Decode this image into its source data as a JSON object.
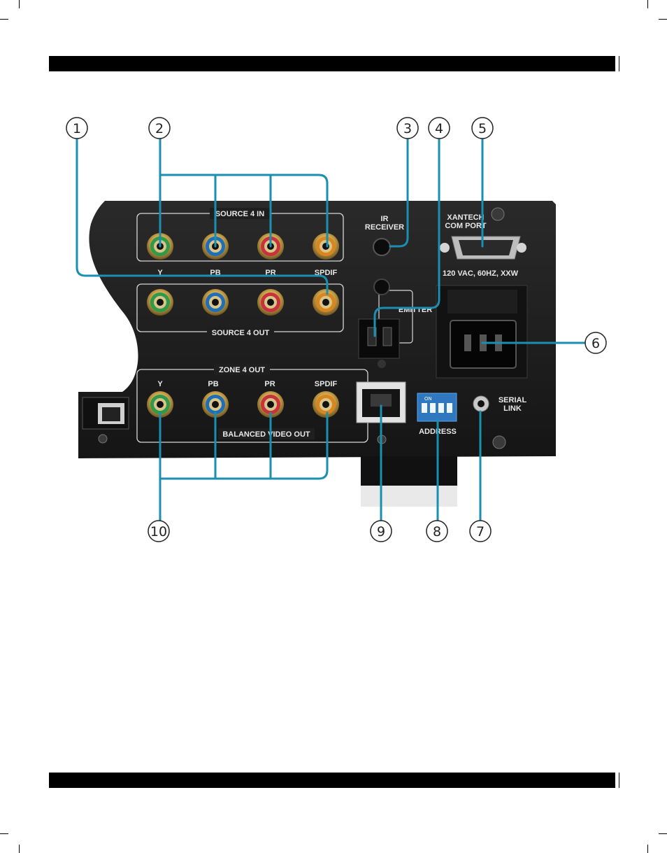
{
  "header_bar": {
    "color": "#000000"
  },
  "footer_bar": {
    "color": "#000000"
  },
  "panel": {
    "source_in_label": "SOURCE 4 IN",
    "source_out_label": "SOURCE 4 OUT",
    "zone_out_label": "ZONE 4 OUT",
    "balanced_label": "BALANCED VIDEO OUT",
    "ir_receiver_line1": "IR",
    "ir_receiver_line2": "RECEIVER",
    "emitter_label": "EMITTER",
    "com_port_line1": "XANTECH",
    "com_port_line2": "COM PORT",
    "power_label": "120 VAC, 60HZ, XXW",
    "address_label": "ADDRESS",
    "serial_line1": "SERIAL",
    "serial_line2": "LINK",
    "dip_label": "ON",
    "row_labels": [
      "Y",
      "PB",
      "PR",
      "SPDIF"
    ],
    "zone_labels": [
      "Y",
      "PB",
      "PR",
      "SPDIF"
    ]
  },
  "jack_colors": {
    "green": "#2e9a4a",
    "blue": "#1f6fb8",
    "red": "#c8323c",
    "orange": "#d9861e"
  },
  "callout_color": "#1a8fb0",
  "callouts": [
    "1",
    "2",
    "3",
    "4",
    "5",
    "6",
    "7",
    "8",
    "9",
    "10"
  ]
}
